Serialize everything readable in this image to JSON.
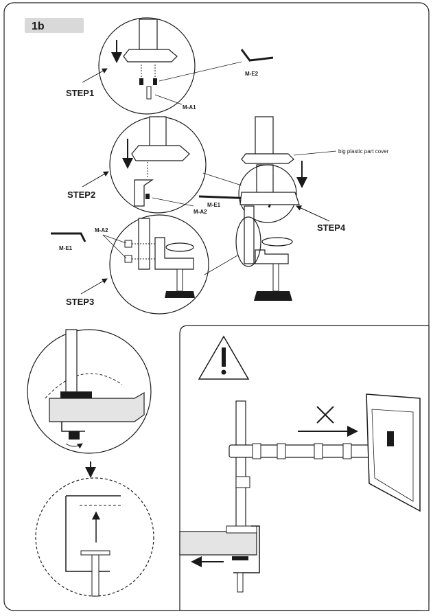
{
  "page_badge": "1b",
  "steps": {
    "step1": "STEP1",
    "step2": "STEP2",
    "step3": "STEP3",
    "step4": "STEP4"
  },
  "parts": {
    "m_e2": "M-E2",
    "m_a1": "M-A1",
    "m_e1_step2": "M-E1",
    "m_a2_step2": "M-A2",
    "m_a2_step3": "M-A2",
    "m_e1_step3": "M-E1"
  },
  "notes": {
    "plastic_cover": "big plastic part cover"
  },
  "icons": {
    "warning": "warning-triangle-icon",
    "wrong": "cross-mark-icon"
  },
  "colors": {
    "badge_bg": "#d9d9d9",
    "desk": "#e4e4e4",
    "line": "#1a1a1a"
  }
}
